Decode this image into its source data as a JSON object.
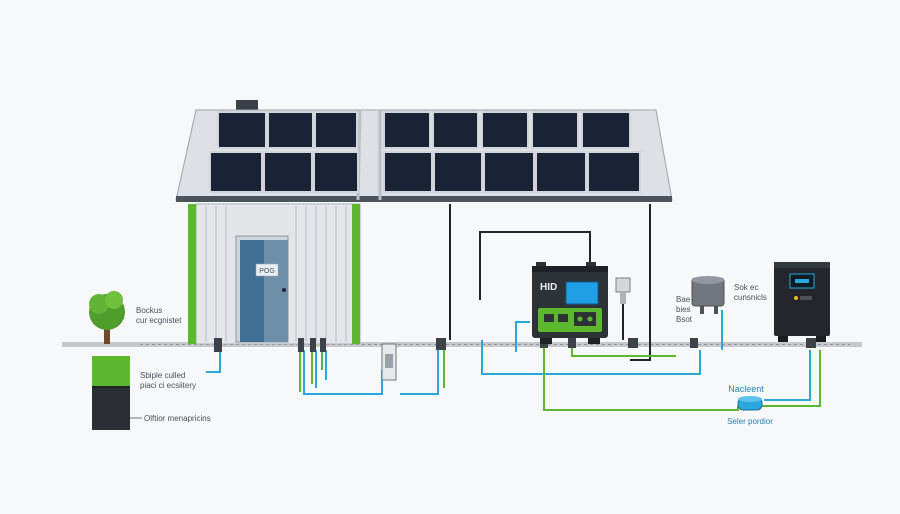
{
  "labels": {
    "tree_caption_line1": "Bockus",
    "tree_caption_line2": "cur ecgnistet",
    "bin_caption_line1": "Sbiple culled",
    "bin_caption_line2": "piaci ci ecsiitery",
    "bin_bottom_caption": "Olftior menapricins",
    "door_sign": "POG",
    "inverter_brand": "HID",
    "middle_label_line1": "Bae",
    "middle_label_line2": "bies",
    "middle_label_line3": "Bsot",
    "tank_label_line1": "Sok ec",
    "tank_label_line2": "cunsnicls",
    "bottom_right_label": "Nacleent",
    "bottom_right_sublabel": "Seler pordior"
  },
  "colors": {
    "background": "#f7f8f9",
    "panel": "#1a2336",
    "panel_frame": "#cfd5db",
    "roof_metal": "#dde1e5",
    "wall": "#e3e6e9",
    "door": "#3f6f95",
    "accent_green": "#5cb82e",
    "wire_blue": "#2aa8dd",
    "wire_dark": "#20252b",
    "ground_line": "#b6bcc2",
    "battery_dark": "#2b2f33",
    "screen_blue": "#1fa0e6"
  },
  "icons": {
    "tree": "tree-icon",
    "battery_bin": "battery-bin-icon",
    "inverter": "inverter-icon",
    "charge_controller": "charge-controller-icon",
    "tank": "tank-icon",
    "energy_storage": "energy-storage-icon",
    "meter": "meter-icon",
    "junction": "junction-box-icon"
  }
}
